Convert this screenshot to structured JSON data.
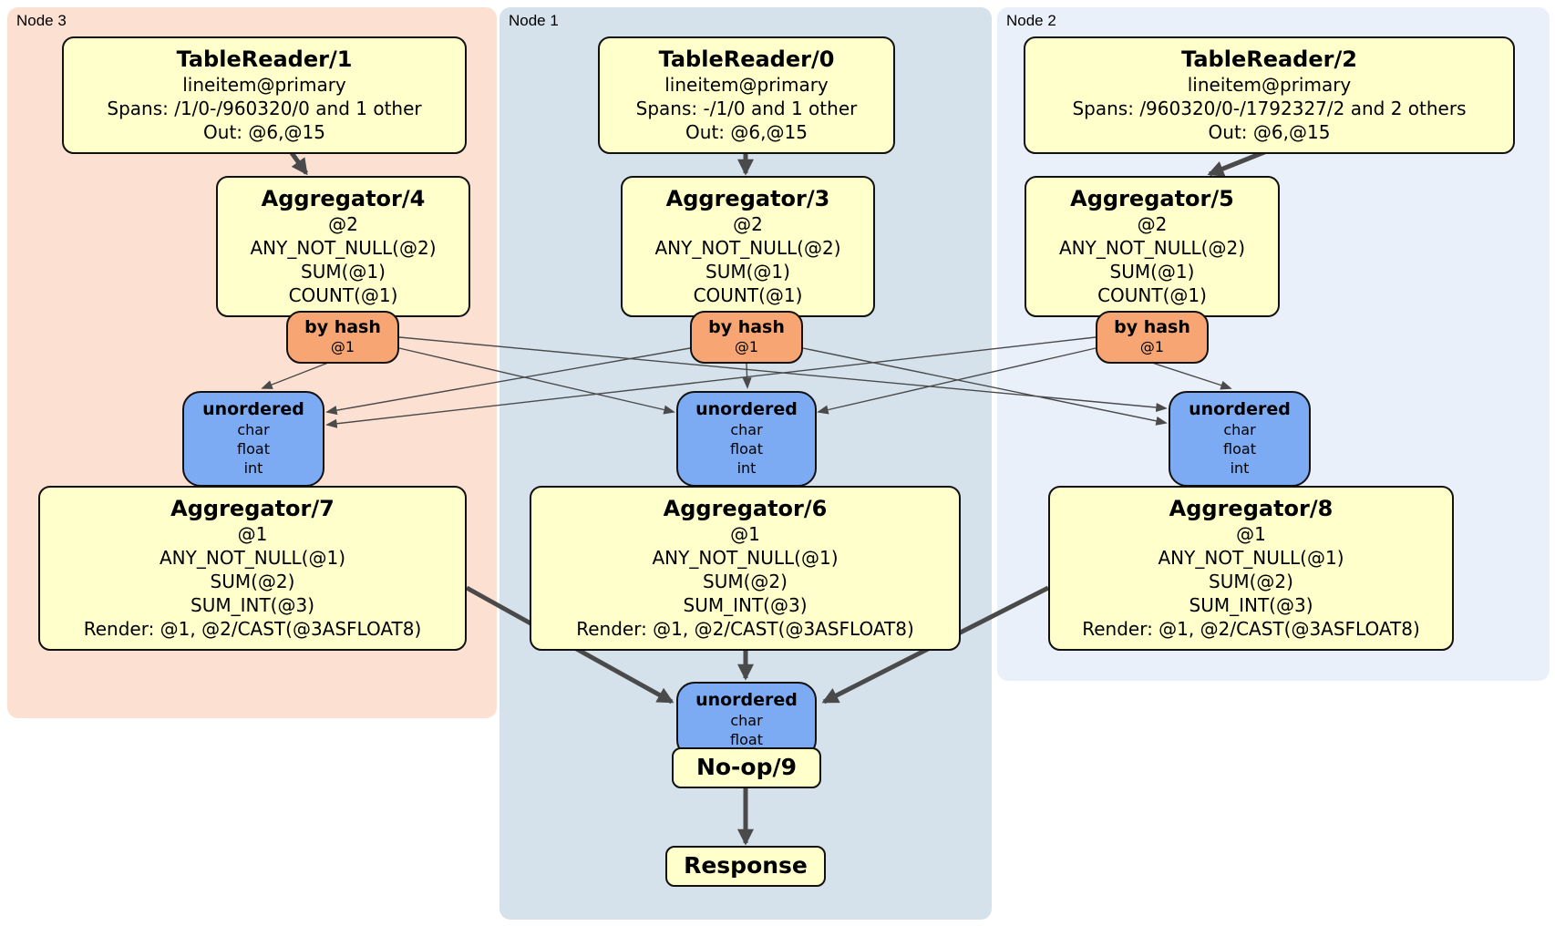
{
  "regions": [
    {
      "id": "node3",
      "label": "Node 3"
    },
    {
      "id": "node1",
      "label": "Node 1"
    },
    {
      "id": "node2",
      "label": "Node 2"
    }
  ],
  "boxes": {
    "tr1": {
      "title": "TableReader/1",
      "lines": [
        "lineitem@primary",
        "Spans: /1/0-/960320/0 and 1 other",
        "Out: @6,@15"
      ]
    },
    "tr0": {
      "title": "TableReader/0",
      "lines": [
        "lineitem@primary",
        "Spans: -/1/0 and 1 other",
        "Out: @6,@15"
      ]
    },
    "tr2": {
      "title": "TableReader/2",
      "lines": [
        "lineitem@primary",
        "Spans: /960320/0-/1792327/2 and 2 others",
        "Out: @6,@15"
      ]
    },
    "agg4": {
      "title": "Aggregator/4",
      "lines": [
        "@2",
        "ANY_NOT_NULL(@2)",
        "SUM(@1)",
        "COUNT(@1)"
      ]
    },
    "agg3": {
      "title": "Aggregator/3",
      "lines": [
        "@2",
        "ANY_NOT_NULL(@2)",
        "SUM(@1)",
        "COUNT(@1)"
      ]
    },
    "agg5": {
      "title": "Aggregator/5",
      "lines": [
        "@2",
        "ANY_NOT_NULL(@2)",
        "SUM(@1)",
        "COUNT(@1)"
      ]
    },
    "agg7": {
      "title": "Aggregator/7",
      "lines": [
        "@1",
        "ANY_NOT_NULL(@1)",
        "SUM(@2)",
        "SUM_INT(@3)",
        "Render: @1, @2/CAST(@3ASFLOAT8)"
      ]
    },
    "agg6": {
      "title": "Aggregator/6",
      "lines": [
        "@1",
        "ANY_NOT_NULL(@1)",
        "SUM(@2)",
        "SUM_INT(@3)",
        "Render: @1, @2/CAST(@3ASFLOAT8)"
      ]
    },
    "agg8": {
      "title": "Aggregator/8",
      "lines": [
        "@1",
        "ANY_NOT_NULL(@1)",
        "SUM(@2)",
        "SUM_INT(@3)",
        "Render: @1, @2/CAST(@3ASFLOAT8)"
      ]
    },
    "noop": {
      "title": "No-op/9"
    },
    "response": {
      "title": "Response"
    }
  },
  "routers": {
    "hash_left": {
      "title": "by hash",
      "lines": [
        "@1"
      ]
    },
    "hash_mid": {
      "title": "by hash",
      "lines": [
        "@1"
      ]
    },
    "hash_right": {
      "title": "by hash",
      "lines": [
        "@1"
      ]
    }
  },
  "syncs": {
    "uno_left": {
      "title": "unordered",
      "lines": [
        "char",
        "float",
        "int"
      ]
    },
    "uno_mid": {
      "title": "unordered",
      "lines": [
        "char",
        "float",
        "int"
      ]
    },
    "uno_right": {
      "title": "unordered",
      "lines": [
        "char",
        "float",
        "int"
      ]
    },
    "uno_final": {
      "title": "unordered",
      "lines": [
        "char",
        "float"
      ]
    }
  },
  "colors": {
    "node3-bg": "#fce1d3",
    "node1-bg": "#d5e2ec",
    "node2-bg": "#eaf0fa",
    "proc-fill": "#ffffcc",
    "router-fill": "#f7a673",
    "sync-fill": "#7dabf3",
    "edge": "#4a4a4a",
    "box-border": "#111111",
    "text": "#000000"
  }
}
